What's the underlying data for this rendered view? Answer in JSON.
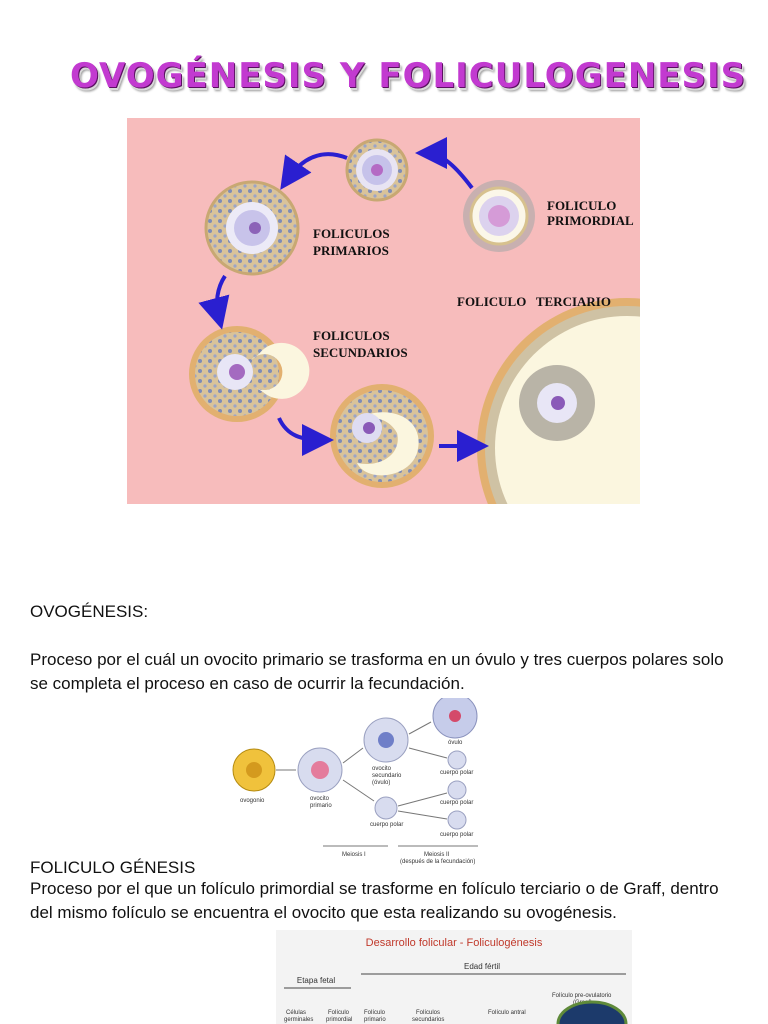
{
  "title": "OVOGÉNESIS Y FOLICULOGENESIS",
  "figure1": {
    "labels": {
      "primordial_1": "FOLICULO",
      "primordial_2": "PRIMORDIAL",
      "primarios_1": "FOLICULOS",
      "primarios_2": "PRIMARIOS",
      "terciario": "FOLICULO   TERCIARIO",
      "secundarios_1": "FOLICULOS",
      "secundarios_2": "SECUNDARIOS"
    }
  },
  "sections": {
    "ovogenesis_heading": "OVOGÉNESIS:",
    "ovogenesis_text": "Proceso por el cuál un ovocito primario se trasforma en un óvulo y tres cuerpos polares solo se completa el proceso en caso de ocurrir la fecundación.",
    "foliculo_heading": "FOLICULO GÉNESIS",
    "foliculo_text": "Proceso por el que un folículo primordial se trasforme en folículo terciario o de Graff, dentro del mismo folículo se encuentra el ovocito que esta realizando su ovogénesis."
  },
  "figure2": {
    "labels": {
      "ovogonio": "ovogonio",
      "ovocito_primario_1": "ovocito",
      "ovocito_primario_2": "primario",
      "ovocito_secundario_1": "ovocito",
      "ovocito_secundario_2": "secundario",
      "ovocito_secundario_3": "(óvulo)",
      "ovulo": "óvulo",
      "cuerpo_polar_a": "cuerpo polar",
      "cuerpo_polar_b": "cuerpo polar",
      "cuerpo_polar_c": "cuerpo polar",
      "cuerpo_polar_d": "cuerpo polar",
      "meiosis_1": "Meiosis I",
      "meiosis_2": "Meiosis II",
      "meiosis_2_note": "(después de la fecundación)"
    }
  },
  "figure3": {
    "title": "Desarrollo folicular - Foliculogénesis",
    "etapa_fetal": "Etapa fetal",
    "edad_fertil": "Edad fértil",
    "col_celulas_1": "Células",
    "col_celulas_2": "germinales",
    "col_primordial_1": "Folículo",
    "col_primordial_2": "primordial",
    "col_primario_1": "Folículo",
    "col_primario_2": "primario",
    "col_secundarios_1": "Folículos",
    "col_secundarios_2": "secundarios",
    "col_antral": "Folículo antral",
    "col_preovulatorio_1": "Folículo pre-ovulatorio",
    "col_preovulatorio_2": "(Graaf)"
  }
}
